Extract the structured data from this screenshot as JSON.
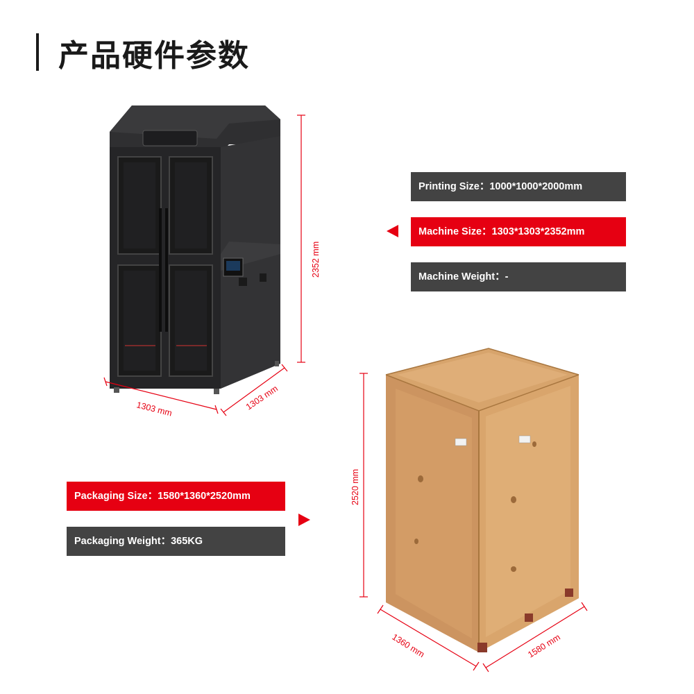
{
  "header": {
    "title": "产品硬件参数"
  },
  "machine_specs": {
    "printing_size": "Printing Size：1000*1000*2000mm",
    "machine_size": "Machine Size：1303*1303*2352mm",
    "machine_weight": "Machine Weight：-"
  },
  "packaging_specs": {
    "packaging_size": "Packaging Size：1580*1360*2520mm",
    "packaging_weight": "Packaging Weight：365KG"
  },
  "machine_dimensions": {
    "height": "2352 mm",
    "width": "1303 mm",
    "depth": "1303 mm"
  },
  "package_dimensions": {
    "height": "2520 mm",
    "depth": "1360 mm",
    "width": "1580 mm"
  },
  "colors": {
    "accent": "#e60012",
    "dark_box": "#434343",
    "machine_body": "#2a2a2c",
    "crate_wood": "#d9a46a"
  }
}
